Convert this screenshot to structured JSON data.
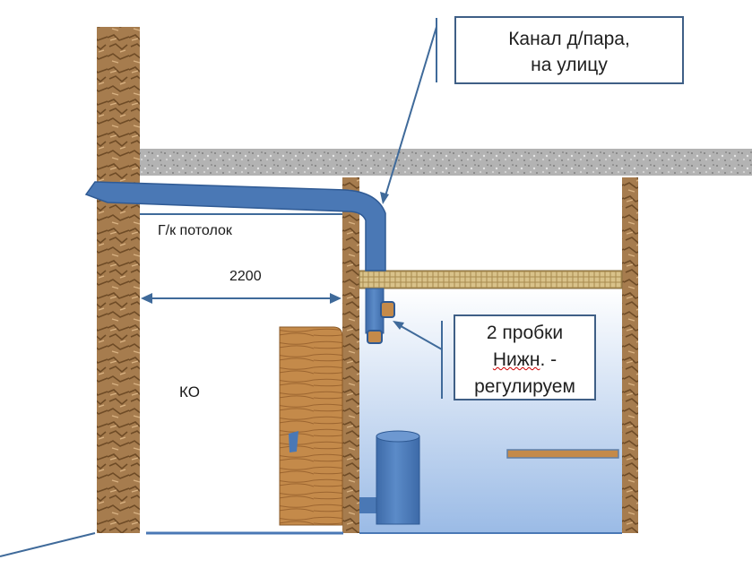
{
  "labels": {
    "ceiling": "Г/к потолок",
    "width": "2200",
    "room": "КО"
  },
  "callouts": {
    "steam_channel": {
      "line1_pre": "Канал ",
      "line1_underlined": "д",
      "line1_post": "/пара,",
      "line2": "на улицу"
    },
    "plugs": {
      "line1": "2 пробки",
      "line2_underlined": "Нижн",
      "line2_post": ". -",
      "line3": "регулируем"
    }
  },
  "colors": {
    "pipe": "#4a78b5",
    "pipe_dark": "#2f5a94",
    "line": "#3f6a9a",
    "concrete": "#b8b8b8",
    "wood": "#c48a4a",
    "wall": "#a67c4e",
    "steam_room_top": "#ffffff",
    "steam_room_bottom": "#9bbbe6"
  }
}
